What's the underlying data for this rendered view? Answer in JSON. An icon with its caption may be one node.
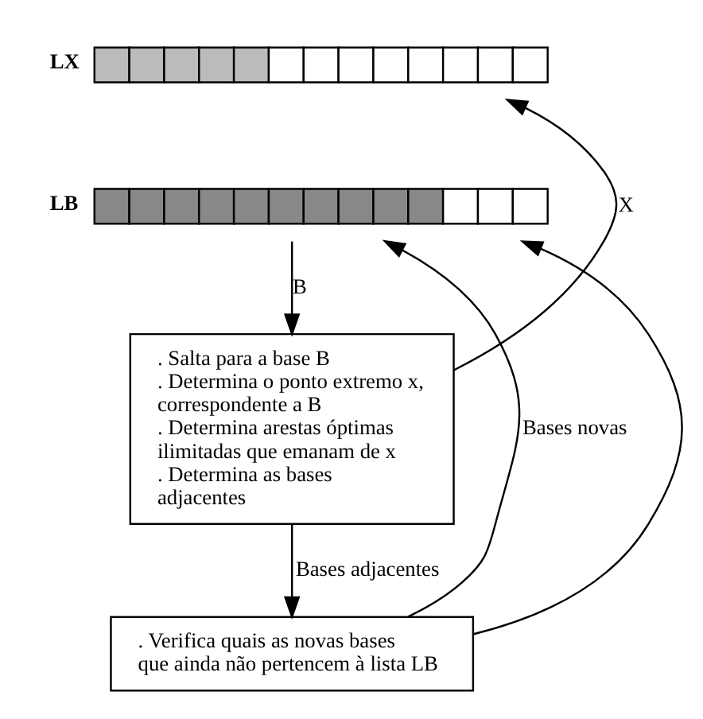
{
  "diagram": {
    "nodes": [
      {
        "text": [
          "LX"
        ]
      },
      {
        "text": [
          "LB"
        ]
      },
      {
        "text": [
          ". Salta para a base B",
          ". Determina o ponto extremo x, correspondente a B",
          ". Determina arestas óptimas ilimitadas que emanam de x",
          ". Determina as bases adjacentes"
        ]
      },
      {
        "text": [
          ". Verifica quais as novas bases  que ainda não pertencem à lista LB"
        ]
      }
    ],
    "edges": [
      {
        "from": 1,
        "to": 2,
        "arrow": "to",
        "label": "B"
      },
      {
        "from": 2,
        "to": 3,
        "arrow": "to",
        "label": "Bases adjacentes"
      },
      {
        "from": 2,
        "to": 0,
        "arrow": "to",
        "label": "X"
      },
      {
        "from": 3,
        "to": 1,
        "arrow": "to",
        "label": "Bases novas"
      },
      {
        "from": 3,
        "to": 1,
        "arrow": "to"
      }
    ]
  }
}
